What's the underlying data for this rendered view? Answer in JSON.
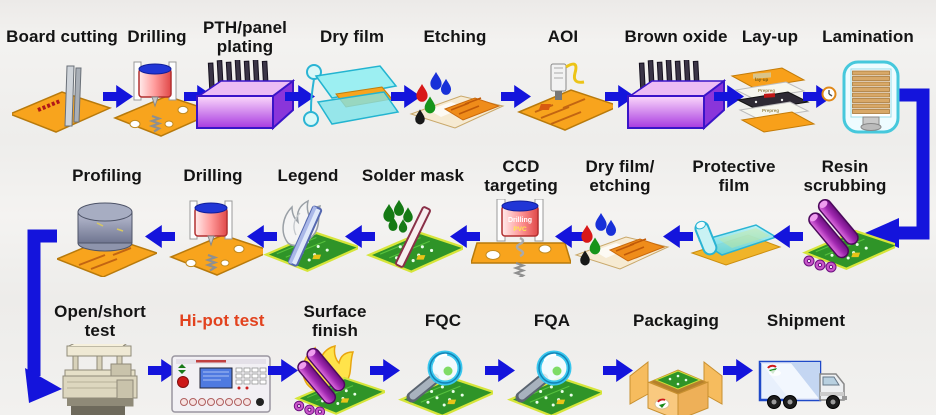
{
  "diagram": "PCB manufacturing process flow",
  "colors": {
    "arrow": "#1414dc",
    "label": "#141414",
    "hipot_label": "#e2421e",
    "background": "#f0efed"
  },
  "rows": [
    {
      "name": "row-1",
      "direction": "right",
      "steps": [
        {
          "label": "Board cutting",
          "icon": "board-cutting-icon"
        },
        {
          "label": "Drilling",
          "icon": "drilling-icon"
        },
        {
          "label": "PTH/panel\nplating",
          "icon": "pth-panel-plating-icon"
        },
        {
          "label": "Dry film",
          "icon": "dry-film-icon"
        },
        {
          "label": "Etching",
          "icon": "etching-icon"
        },
        {
          "label": "AOI",
          "icon": "aoi-icon"
        },
        {
          "label": "Brown oxide",
          "icon": "brown-oxide-icon"
        },
        {
          "label": "Lay-up",
          "icon": "lay-up-icon",
          "icon_text": [
            "lay-up",
            "Prepreg",
            "Prepreg"
          ]
        },
        {
          "label": "Lamination",
          "icon": "lamination-icon"
        }
      ]
    },
    {
      "name": "row-2",
      "direction": "left",
      "steps": [
        {
          "label": "Profiling",
          "icon": "profiling-icon"
        },
        {
          "label": "Drilling",
          "icon": "drilling-icon"
        },
        {
          "label": "Legend",
          "icon": "legend-icon"
        },
        {
          "label": "Solder mask",
          "icon": "solder-mask-icon"
        },
        {
          "label": "CCD\ntargeting",
          "icon": "ccd-targeting-icon",
          "icon_text": [
            "Drilling",
            "PVC"
          ]
        },
        {
          "label": "Dry film/\netching",
          "icon": "dry-film-etching-icon"
        },
        {
          "label": "Protective\nfilm",
          "icon": "protective-film-icon"
        },
        {
          "label": "Resin\nscrubbing",
          "icon": "resin-scrubbing-icon"
        }
      ]
    },
    {
      "name": "row-3",
      "direction": "right",
      "steps": [
        {
          "label": "Open/short\ntest",
          "icon": "open-short-test-icon"
        },
        {
          "label": "Hi-pot test",
          "icon": "hi-pot-test-icon",
          "highlight": true
        },
        {
          "label": "Surface\nfinish",
          "icon": "surface-finish-icon"
        },
        {
          "label": "FQC",
          "icon": "fqc-magnifier-icon"
        },
        {
          "label": "FQA",
          "icon": "fqa-magnifier-icon"
        },
        {
          "label": "Packaging",
          "icon": "packaging-icon"
        },
        {
          "label": "Shipment",
          "icon": "shipment-truck-icon"
        }
      ]
    }
  ]
}
